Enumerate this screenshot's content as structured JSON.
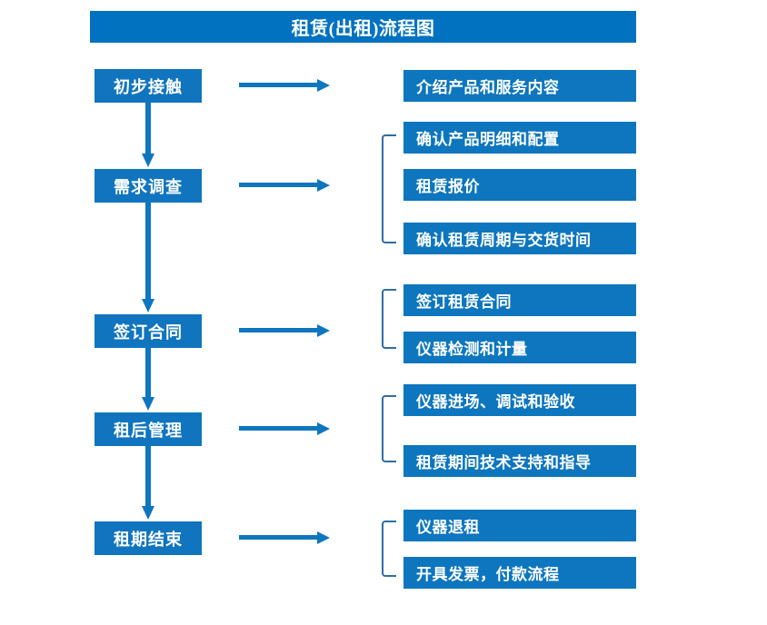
{
  "diagram": {
    "title": "租赁(出租)流程图",
    "colors": {
      "title_bar": "#0072C0",
      "stage_box": "#1075BE",
      "detail_box": "#0D76BE",
      "arrow": "#0D76BE",
      "bracket": "#2E6DA4",
      "text": "#FFFFFF",
      "background": "#FFFFFF"
    },
    "stages": [
      {
        "label": "初步接触"
      },
      {
        "label": "需求调查"
      },
      {
        "label": "签订合同"
      },
      {
        "label": "租后管理"
      },
      {
        "label": "租期结束"
      }
    ],
    "details": [
      {
        "label": "介绍产品和服务内容"
      },
      {
        "label": "确认产品明细和配置"
      },
      {
        "label": "租赁报价"
      },
      {
        "label": "确认租赁周期与交货时间"
      },
      {
        "label": "签订租赁合同"
      },
      {
        "label": "仪器检测和计量"
      },
      {
        "label": "仪器进场、调试和验收"
      },
      {
        "label": "租赁期间技术支持和指导"
      },
      {
        "label": "仪器退租"
      },
      {
        "label": "开具发票，付款流程"
      }
    ],
    "connectors": {
      "horizontal_arrow_count": 5,
      "vertical_arrow_count": 4,
      "bracket_count": 4
    }
  }
}
